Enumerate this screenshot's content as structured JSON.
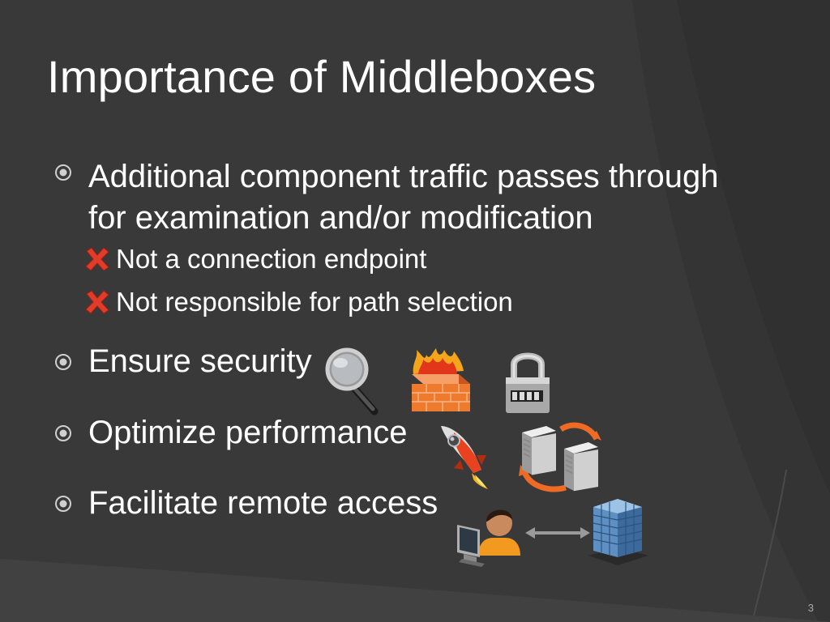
{
  "slide": {
    "title": "Importance of Middleboxes",
    "page_number": "3",
    "colors": {
      "background": "#3b3b3b",
      "text": "#ffffff",
      "bullet": "#cfcfcf",
      "cross": "#e03c2a"
    }
  },
  "bullets": [
    {
      "line1": "Additional component traffic passes through",
      "line2": "for examination and/or modification",
      "sub_items": [
        {
          "icon": "red-x-icon",
          "label": "Not a connection endpoint"
        },
        {
          "icon": "red-x-icon",
          "label": "Not responsible for path selection"
        }
      ]
    },
    {
      "text": "Ensure security",
      "icons": [
        "magnifier-icon",
        "firewall-icon",
        "padlock-icon"
      ]
    },
    {
      "text": "Optimize performance",
      "icons": [
        "rocket-icon",
        "servers-sync-icon"
      ]
    },
    {
      "text": "Facilitate remote access",
      "icons": [
        "remote-user-icon",
        "bidirectional-arrow-icon",
        "office-building-icon"
      ]
    }
  ]
}
